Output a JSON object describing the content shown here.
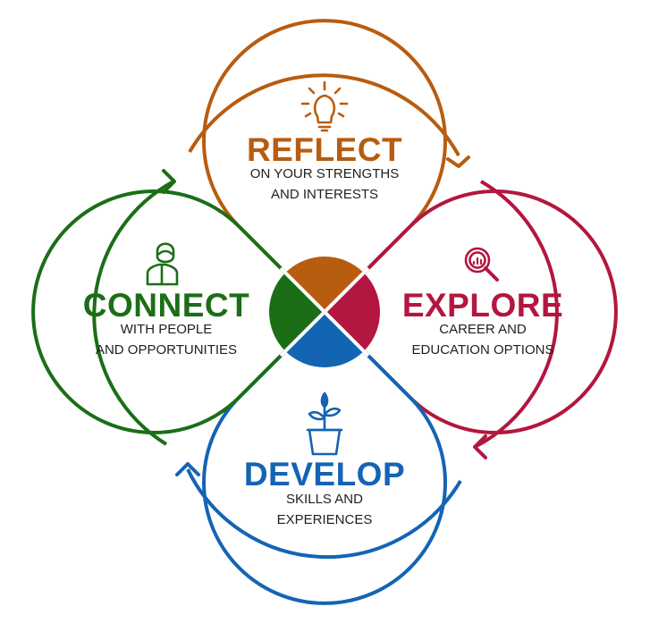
{
  "colors": {
    "reflect": "#B85C10",
    "explore": "#B3163E",
    "develop": "#1464B4",
    "connect": "#1B6E16"
  },
  "reflect": {
    "title": "REFLECT",
    "line1": "ON YOUR STRENGTHS",
    "line2": "AND INTERESTS",
    "icon": "lightbulb-icon"
  },
  "explore": {
    "title": "EXPLORE",
    "line1": "CAREER AND",
    "line2": "EDUCATION OPTIONS",
    "icon": "magnifier-chart-icon"
  },
  "develop": {
    "title": "DEVELOP",
    "line1": "SKILLS AND",
    "line2": "EXPERIENCES",
    "icon": "potted-plant-icon"
  },
  "connect": {
    "title": "CONNECT",
    "line1": "WITH PEOPLE",
    "line2": "AND OPPORTUNITIES",
    "icon": "person-icon"
  }
}
